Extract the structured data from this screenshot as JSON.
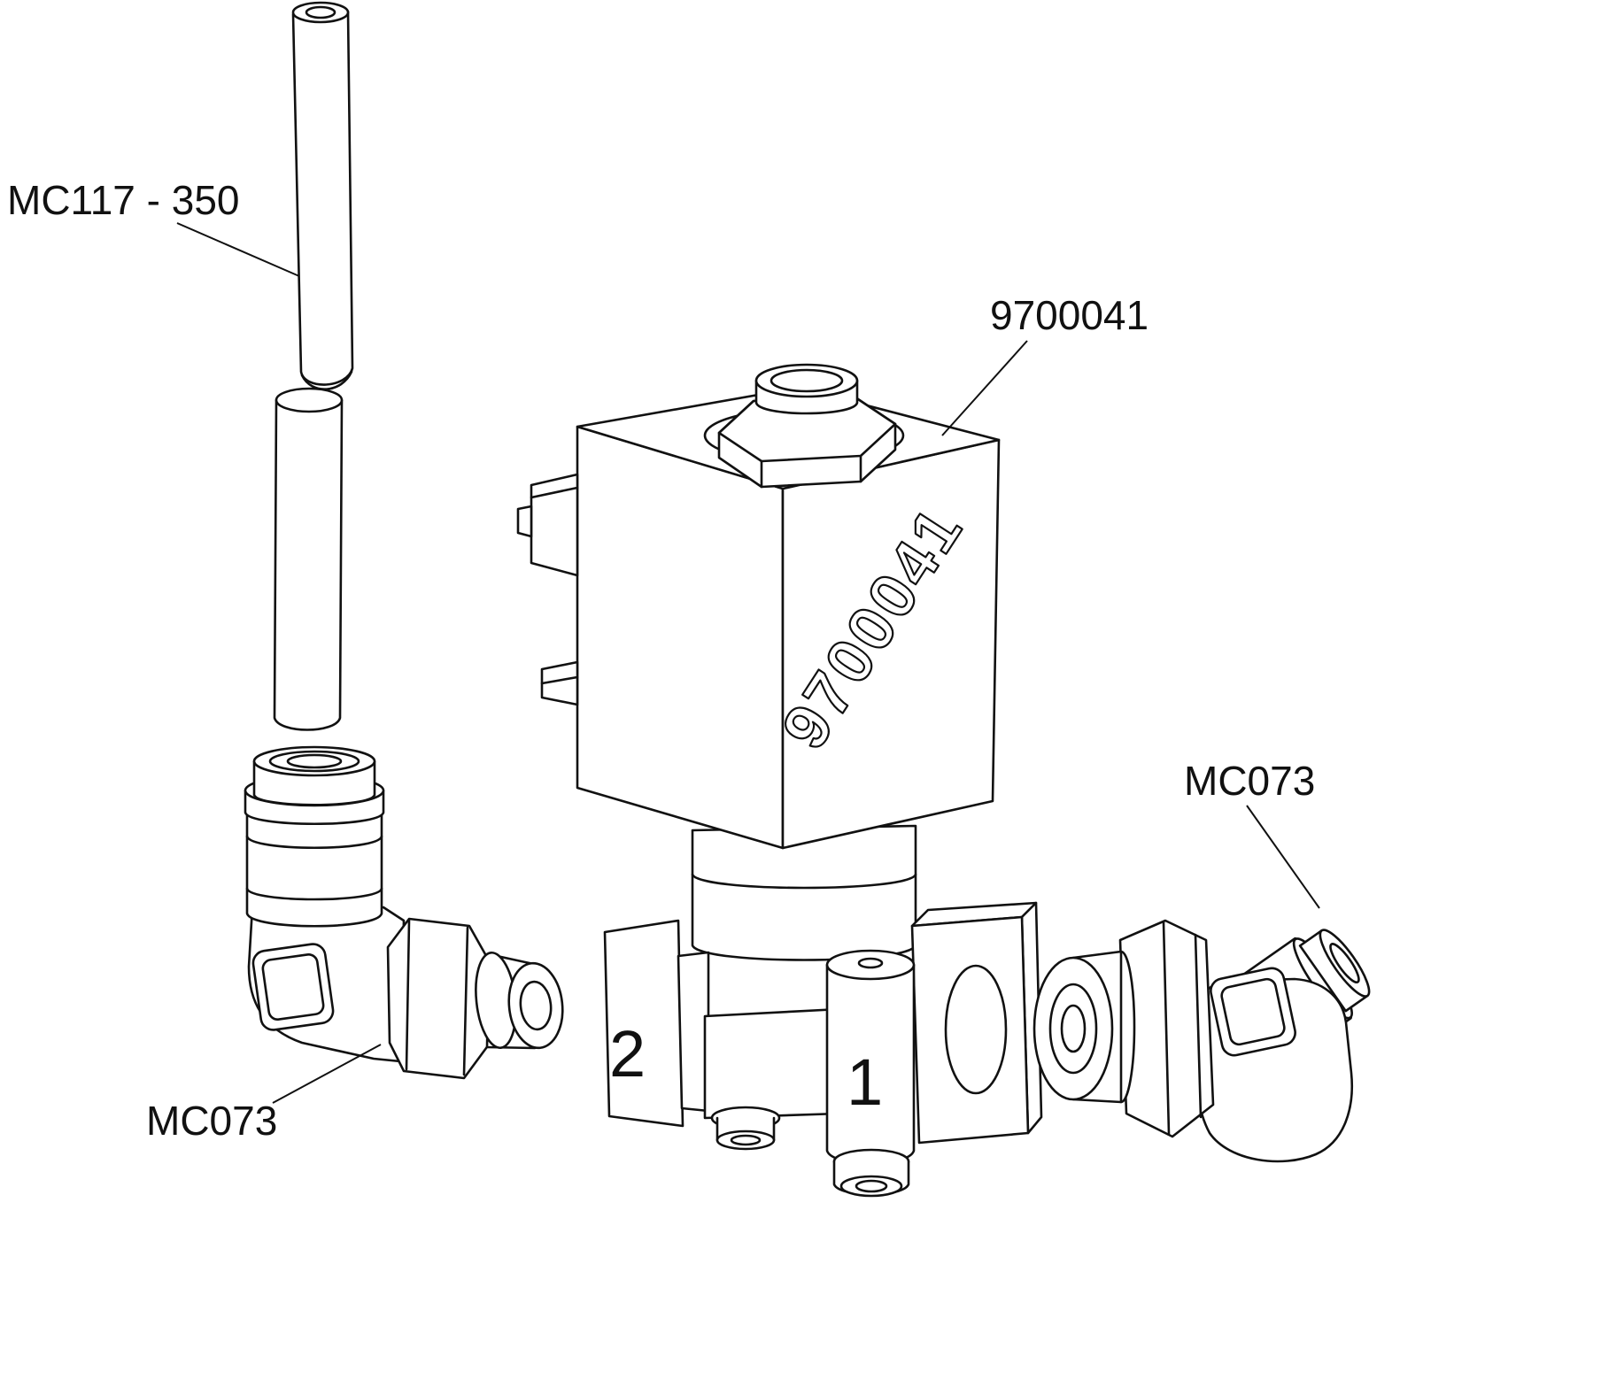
{
  "diagram": {
    "parts": [
      {
        "name": "tube",
        "label": "MC117 - 350"
      },
      {
        "name": "solenoid-valve",
        "label": "9700041",
        "engraving": "9700041"
      },
      {
        "name": "elbow-fitting-left",
        "label": "MC073"
      },
      {
        "name": "elbow-fitting-right",
        "label": "MC073"
      }
    ],
    "port_markings": {
      "left_port": "2",
      "front_port": "1"
    },
    "colors": {
      "line": "#111111",
      "background": "#ffffff"
    }
  }
}
